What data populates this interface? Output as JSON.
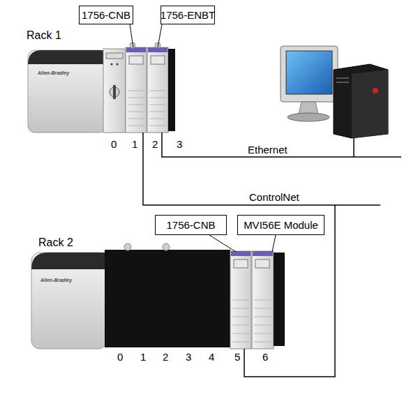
{
  "diagram": {
    "nodes": [
      {
        "text": [
          "1756-CNB"
        ]
      },
      {
        "text": [
          "1756-ENBT"
        ]
      },
      {
        "text": [
          "Rack 1"
        ]
      },
      {
        "text": [
          "1756-CNB"
        ]
      },
      {
        "text": [
          "MVI56E Module"
        ]
      },
      {
        "text": [
          "Rack 2"
        ]
      }
    ],
    "edges": [
      {
        "from": 2,
        "to": 5,
        "label": "ControlNet",
        "arrow": "none"
      }
    ],
    "labels": [
      "Allen-Bradley",
      "0",
      "1",
      "2",
      "3",
      "Ethernet",
      "Allen-Bradley",
      "0",
      "1",
      "2",
      "3",
      "4",
      "5",
      "6"
    ]
  }
}
